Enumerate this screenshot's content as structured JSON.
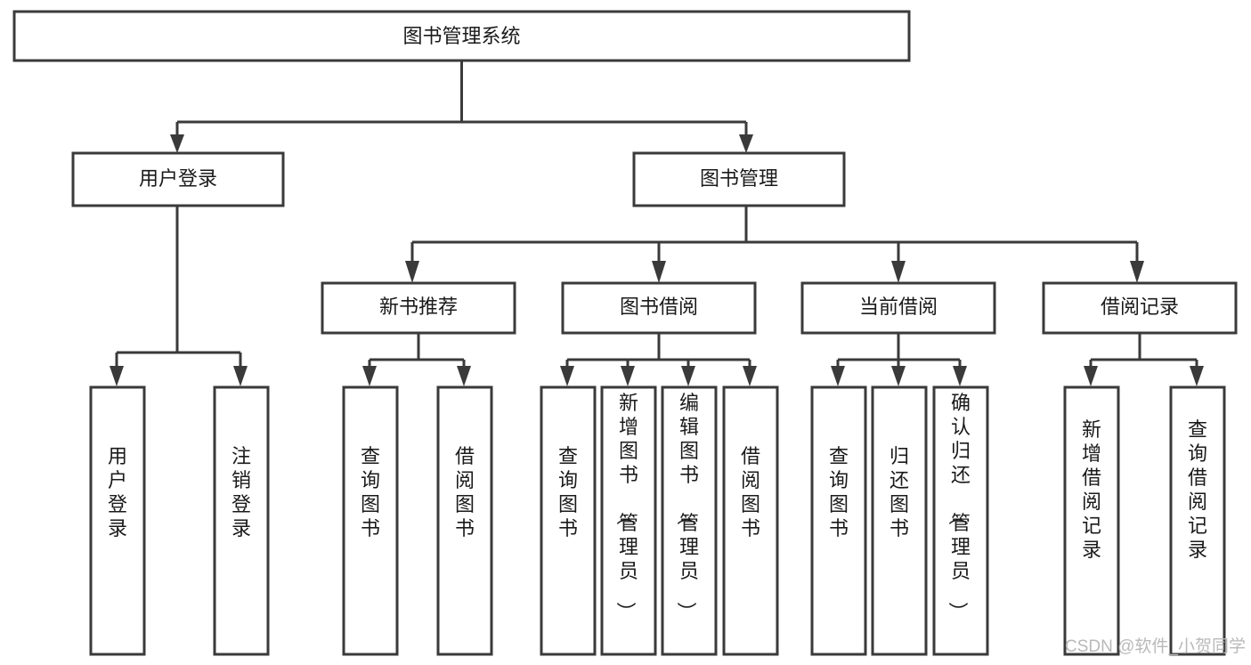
{
  "diagram": {
    "type": "tree-hierarchy",
    "title": "图书管理系统",
    "watermark": "CSDN @软件_小贺同学",
    "colors": {
      "box_stroke": "#3a3a3a",
      "box_fill": "#ffffff",
      "text": "#1a1a1a",
      "connector": "#3a3a3a",
      "watermark": "#b9b9b9",
      "background": "#ffffff"
    },
    "root": {
      "id": "root",
      "label": "图书管理系统",
      "orientation": "horizontal"
    },
    "level1": [
      {
        "id": "user-login",
        "label": "用户登录",
        "orientation": "horizontal"
      },
      {
        "id": "book-manage",
        "label": "图书管理",
        "orientation": "horizontal"
      }
    ],
    "level2": [
      {
        "id": "new-book-recommend",
        "label": "新书推荐",
        "orientation": "horizontal",
        "parent": "book-manage"
      },
      {
        "id": "book-borrow",
        "label": "图书借阅",
        "orientation": "horizontal",
        "parent": "book-manage"
      },
      {
        "id": "current-borrow",
        "label": "当前借阅",
        "orientation": "horizontal",
        "parent": "book-manage"
      },
      {
        "id": "borrow-record",
        "label": "借阅记录",
        "orientation": "horizontal",
        "parent": "book-manage"
      }
    ],
    "leaves": [
      {
        "id": "leaf-user-login",
        "label": "用户登录",
        "orientation": "vertical",
        "parent": "user-login"
      },
      {
        "id": "leaf-user-logout",
        "label": "注销登录",
        "orientation": "vertical",
        "parent": "user-login"
      },
      {
        "id": "leaf-query-book-1",
        "label": "查询图书",
        "orientation": "vertical",
        "parent": "new-book-recommend"
      },
      {
        "id": "leaf-borrow-book-1",
        "label": "借阅图书",
        "orientation": "vertical",
        "parent": "new-book-recommend"
      },
      {
        "id": "leaf-query-book-2",
        "label": "查询图书",
        "orientation": "vertical",
        "parent": "book-borrow"
      },
      {
        "id": "leaf-add-book",
        "label": "新增图书（管理员）",
        "orientation": "vertical",
        "parent": "book-borrow"
      },
      {
        "id": "leaf-edit-book",
        "label": "编辑图书（管理员）",
        "orientation": "vertical",
        "parent": "book-borrow"
      },
      {
        "id": "leaf-borrow-book-2",
        "label": "借阅图书",
        "orientation": "vertical",
        "parent": "book-borrow"
      },
      {
        "id": "leaf-query-book-3",
        "label": "查询图书",
        "orientation": "vertical",
        "parent": "current-borrow"
      },
      {
        "id": "leaf-return-book",
        "label": "归还图书",
        "orientation": "vertical",
        "parent": "current-borrow"
      },
      {
        "id": "leaf-confirm-return",
        "label": "确认归还（管理员）",
        "orientation": "vertical",
        "parent": "current-borrow"
      },
      {
        "id": "leaf-add-record",
        "label": "新增借阅记录",
        "orientation": "vertical",
        "parent": "borrow-record"
      },
      {
        "id": "leaf-query-record",
        "label": "查询借阅记录",
        "orientation": "vertical",
        "parent": "borrow-record"
      }
    ]
  }
}
